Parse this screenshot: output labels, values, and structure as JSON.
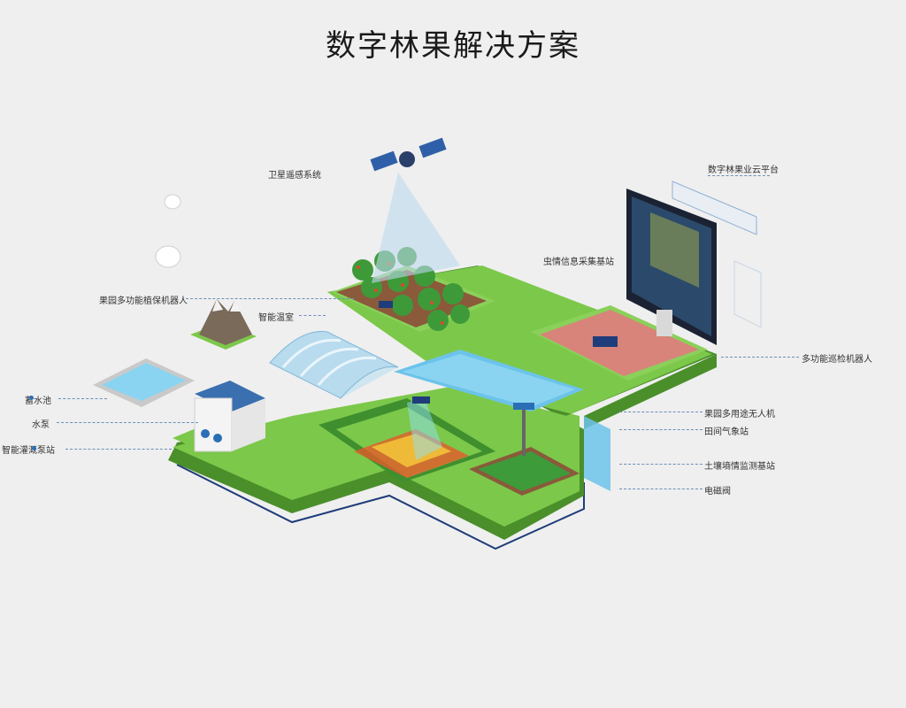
{
  "title": "数字林果解决方案",
  "labels": {
    "satellite": "卫星遥感系统",
    "cloud_platform": "数字林果业云平台",
    "pest_station": "虫情信息采集基站",
    "plant_robot": "果园多功能植保机器人",
    "greenhouse": "智能温室",
    "inspection_robot": "多功能巡检机器人",
    "reservoir": "蓄水池",
    "pump": "水泵",
    "pump_station": "智能灌溉泵站",
    "uav": "果园多用途无人机",
    "weather_station": "田间气象站",
    "soil_station": "土壤墒情监测基站",
    "valve": "电磁阀"
  },
  "colors": {
    "grass": "#6fbf3f",
    "grass_dark": "#4a8f2a",
    "soil": "#8a5a3b",
    "water": "#6cc3ea",
    "path": "#f3ecd8",
    "accent": "#2a6fb5"
  }
}
